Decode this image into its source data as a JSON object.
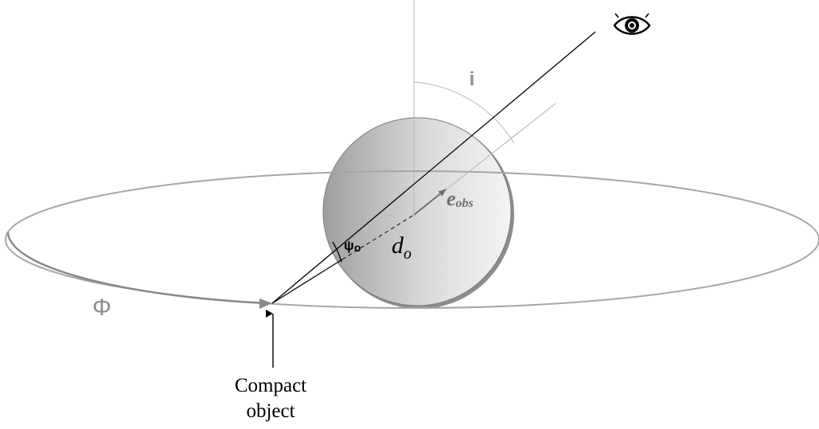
{
  "labels": {
    "inclination": "i",
    "unit_vector_main": "e",
    "unit_vector_sub": "obs",
    "angle_main": "ψ",
    "angle_sub": "o",
    "distance_main": "d",
    "distance_sub": "o",
    "phase": "Φ",
    "compact_object_line1": "Compact",
    "compact_object_line2": "object"
  },
  "icons": {
    "observer": "eye-icon"
  },
  "colors": {
    "orbit": "#a6a6a6",
    "axis": "#b3b3b3",
    "line": "#000000",
    "sphere_light": "#f2f2f2",
    "sphere_dark": "#9a9a9a",
    "label_gray": "#808080"
  }
}
